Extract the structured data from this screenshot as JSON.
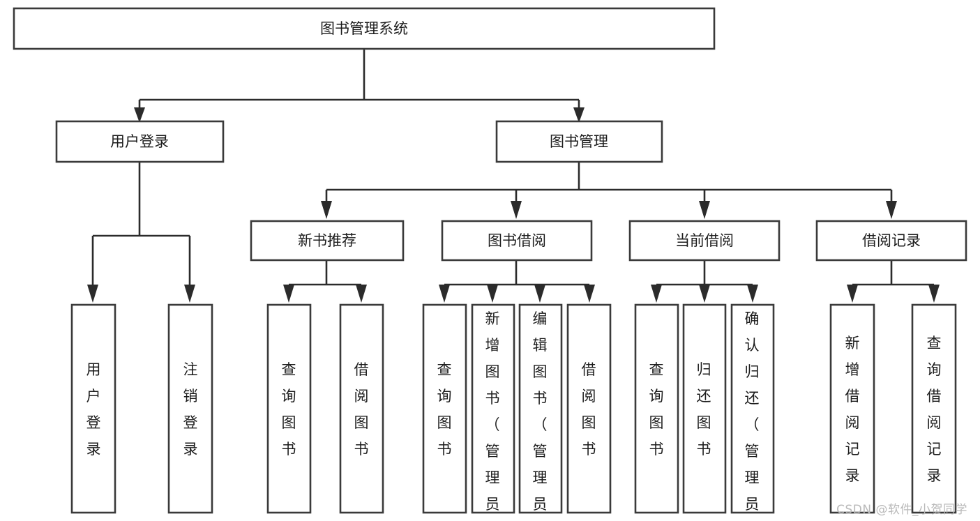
{
  "diagram": {
    "type": "tree",
    "title": "图书管理系统",
    "root": {
      "id": "root",
      "label": "图书管理系统"
    },
    "level1": [
      {
        "id": "user-login",
        "label": "用户登录"
      },
      {
        "id": "book-manage",
        "label": "图书管理"
      }
    ],
    "level2": [
      {
        "id": "new-book-recommend",
        "label": "新书推荐",
        "parent": "book-manage"
      },
      {
        "id": "book-borrow",
        "label": "图书借阅",
        "parent": "book-manage"
      },
      {
        "id": "current-borrow",
        "label": "当前借阅",
        "parent": "book-manage"
      },
      {
        "id": "borrow-record",
        "label": "借阅记录",
        "parent": "book-manage"
      }
    ],
    "leaves": [
      {
        "id": "leaf-user-login",
        "label": "用户登录",
        "parent": "user-login"
      },
      {
        "id": "leaf-user-logout",
        "label": "注销登录",
        "parent": "user-login"
      },
      {
        "id": "leaf-query-book-1",
        "label": "查询图书",
        "parent": "new-book-recommend"
      },
      {
        "id": "leaf-borrow-book-1",
        "label": "借阅图书",
        "parent": "new-book-recommend"
      },
      {
        "id": "leaf-query-book-2",
        "label": "查询图书",
        "parent": "book-borrow"
      },
      {
        "id": "leaf-add-book",
        "label": "新增图书（管理员）",
        "parent": "book-borrow"
      },
      {
        "id": "leaf-edit-book",
        "label": "编辑图书（管理员）",
        "parent": "book-borrow"
      },
      {
        "id": "leaf-borrow-book-2",
        "label": "借阅图书",
        "parent": "book-borrow"
      },
      {
        "id": "leaf-query-book-3",
        "label": "查询图书",
        "parent": "current-borrow"
      },
      {
        "id": "leaf-return-book",
        "label": "归还图书",
        "parent": "current-borrow"
      },
      {
        "id": "leaf-confirm-return",
        "label": "确认归还（管理员）",
        "parent": "current-borrow"
      },
      {
        "id": "leaf-add-record",
        "label": "新增借阅记录",
        "parent": "borrow-record"
      },
      {
        "id": "leaf-query-record",
        "label": "查询借阅记录",
        "parent": "borrow-record"
      }
    ]
  },
  "watermark": {
    "text": "CSDN @软件_小贺同学"
  },
  "colors": {
    "box_stroke": "#3a3a3a",
    "connector": "#2b2b2b",
    "background": "#ffffff",
    "text": "#1c1c1c",
    "watermark": "#b9b9b9"
  }
}
